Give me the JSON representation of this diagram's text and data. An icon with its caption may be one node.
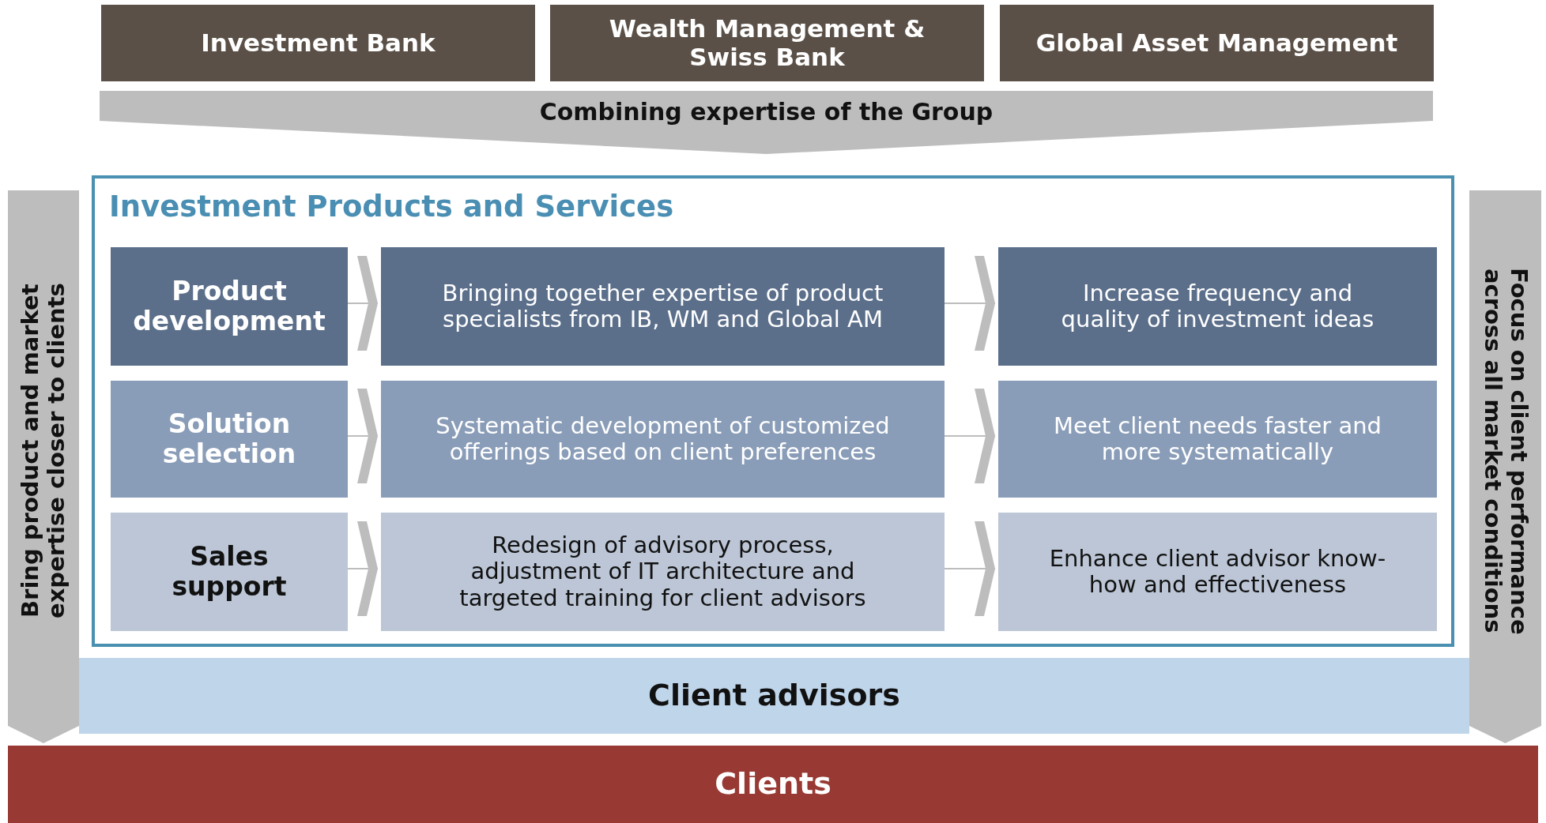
{
  "diagram": {
    "nodes": [
      {
        "text": [
          "Investment Bank"
        ]
      },
      {
        "text": [
          "Wealth Management & Swiss Bank"
        ]
      },
      {
        "text": [
          "Global Asset Management"
        ]
      },
      {
        "text": [
          "Combining expertise of the Group"
        ]
      },
      {
        "text": [
          "Investment Products and Services"
        ]
      },
      {
        "text": [
          "Product development"
        ],
        "in": 4
      },
      {
        "text": [
          "Bringing together expertise of product specialists from IB, WM and Global AM"
        ],
        "in": 4
      },
      {
        "text": [
          "Increase frequency and quality of investment ideas"
        ],
        "in": 4
      },
      {
        "text": [
          "Solution selection"
        ],
        "in": 4
      },
      {
        "text": [
          "Systematic development of customized offerings based on client preferences"
        ],
        "in": 4
      },
      {
        "text": [
          "Meet client needs faster and more systematically"
        ],
        "in": 4
      },
      {
        "text": [
          "Sales support"
        ],
        "in": 4
      },
      {
        "text": [
          "Redesign of advisory process, adjustment of IT architecture and targeted training for client advisors"
        ],
        "in": 4
      },
      {
        "text": [
          "Enhance client advisor know-how and effectiveness"
        ],
        "in": 4
      },
      {
        "text": [
          "Client advisors"
        ]
      },
      {
        "text": [
          "Clients"
        ]
      },
      {
        "text": [
          "Bring product and market expertise closer to clients"
        ]
      },
      {
        "text": [
          "Focus on client performance across all market conditions"
        ]
      }
    ],
    "edges": [
      {
        "from": 5,
        "to": 6,
        "arrow": "to"
      },
      {
        "from": 6,
        "to": 7,
        "arrow": "to"
      },
      {
        "from": 8,
        "to": 9,
        "arrow": "to"
      },
      {
        "from": 9,
        "to": 10,
        "arrow": "to"
      },
      {
        "from": 11,
        "to": 12,
        "arrow": "to"
      },
      {
        "from": 12,
        "to": 13,
        "arrow": "to"
      }
    ]
  }
}
